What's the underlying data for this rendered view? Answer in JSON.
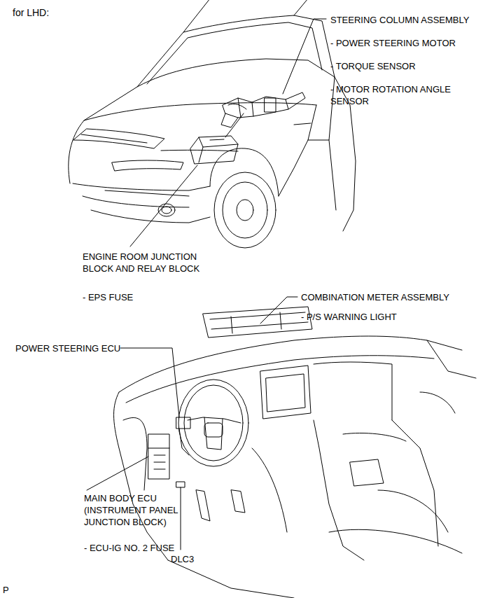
{
  "diagram": {
    "title": "for LHD:",
    "labels": [
      "STEERING COLUMN ASSEMBLY",
      "- POWER STEERING MOTOR",
      "- TORQUE SENSOR",
      "- MOTOR ROTATION ANGLE SENSOR",
      "ENGINE ROOM JUNCTION BLOCK AND RELAY BLOCK",
      "- EPS FUSE",
      "COMBINATION METER ASSEMBLY",
      "- P/S WARNING LIGHT",
      "POWER STEERING ECU",
      "MAIN BODY ECU (INSTRUMENT PANEL JUNCTION BLOCK)",
      "- ECU-IG NO. 2 FUSE",
      "DLC3",
      "P"
    ]
  }
}
